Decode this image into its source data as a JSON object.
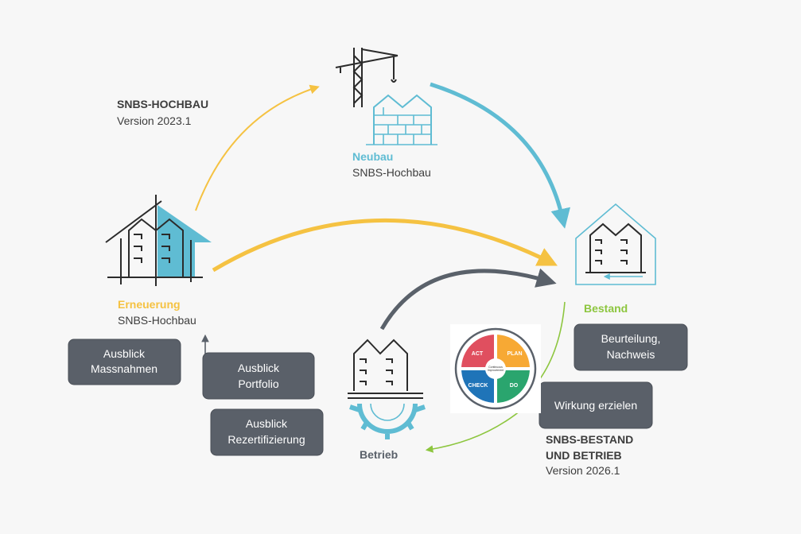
{
  "colors": {
    "yellow": "#f5c242",
    "blue": "#5fbcd3",
    "green": "#8dc63f",
    "dark": "#5a616a",
    "box": "#5a6069"
  },
  "hochbau": {
    "title": "SNBS-HOCHBAU",
    "version": "Version 2023.1"
  },
  "neubau": {
    "title": "Neubau",
    "subtitle": "SNBS-Hochbau"
  },
  "erneuerung": {
    "title": "Erneuerung",
    "subtitle": "SNBS-Hochbau"
  },
  "bestand": {
    "title": "Bestand"
  },
  "betrieb": {
    "title": "Betrieb"
  },
  "bestand_betrieb": {
    "line1": "SNBS-BESTAND",
    "line2": "UND BETRIEB",
    "version": "Version 2026.1"
  },
  "boxes": {
    "beurteilung": [
      "Beurteilung,",
      "Nachweis"
    ],
    "wirkung": [
      "Wirkung erzielen"
    ],
    "massnahmen": [
      "Ausblick",
      "Massnahmen"
    ],
    "portfolio": [
      "Ausblick",
      "Portfolio"
    ],
    "rezert": [
      "Ausblick",
      "Rezertifizierung"
    ]
  },
  "pdca": {
    "act": "ACT",
    "plan": "PLAN",
    "check": "CHECK",
    "do": "DO",
    "center1": "Continuous",
    "center2": "Improvement"
  }
}
